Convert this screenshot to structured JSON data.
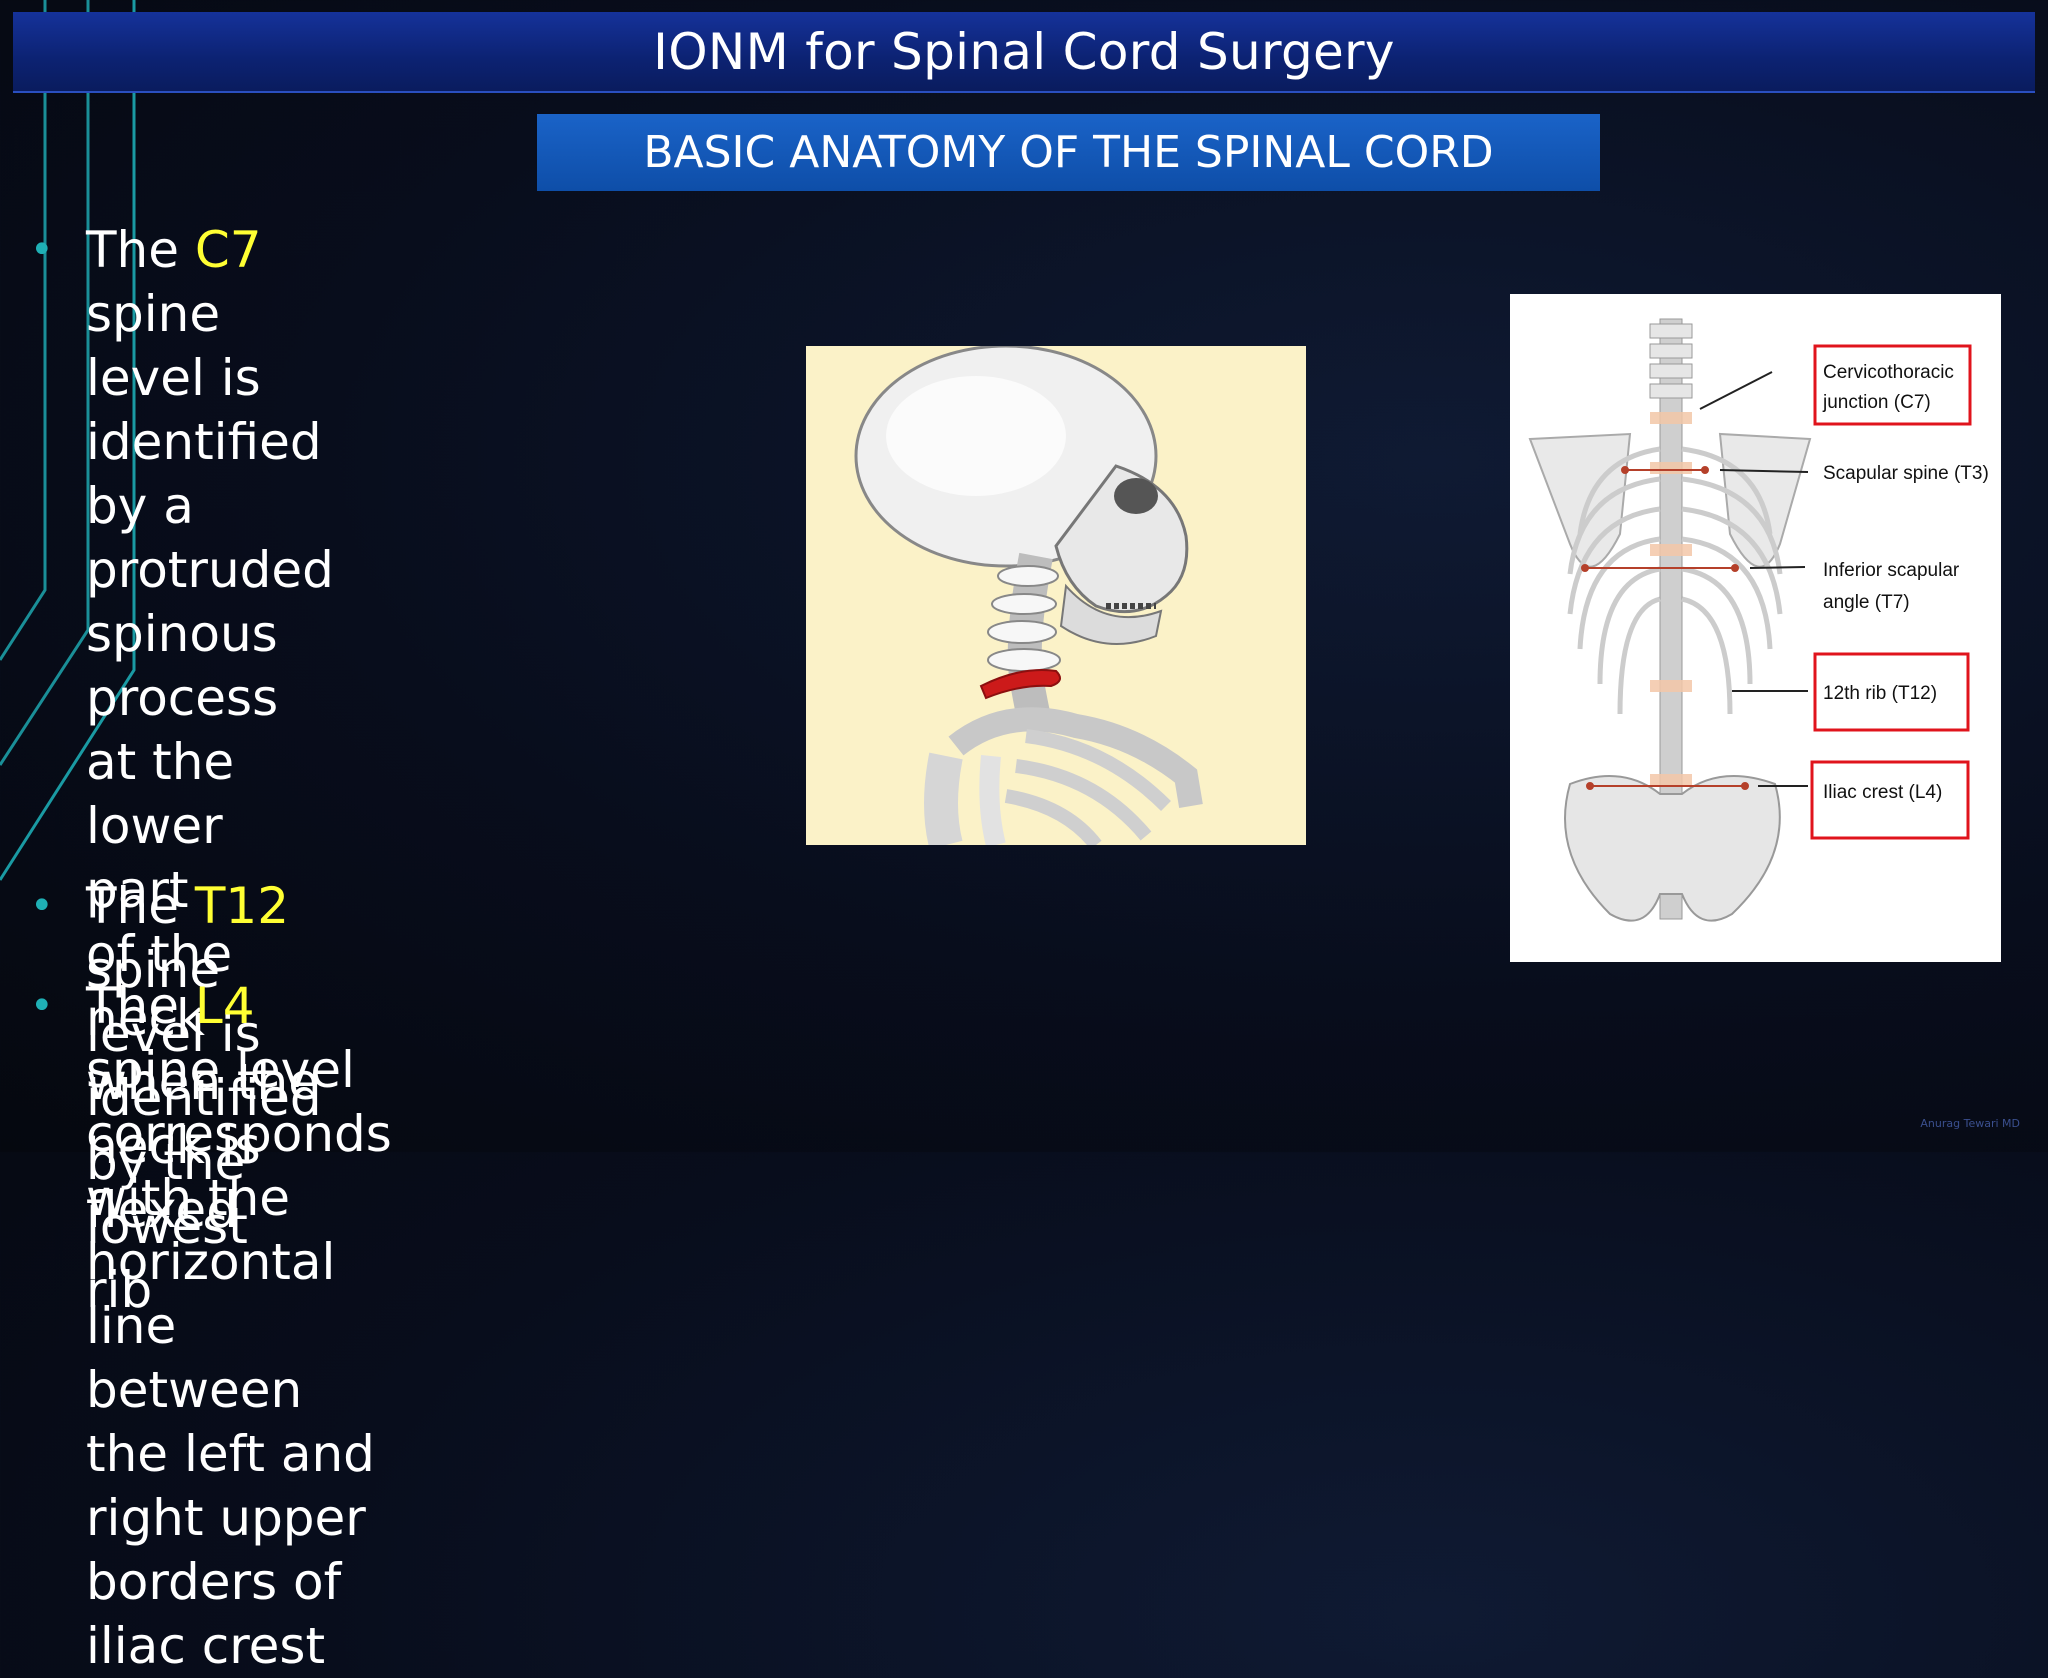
{
  "slide": {
    "title": "IONM for Spinal Cord Surgery",
    "subtitle": "BASIC ANATOMY OF THE SPINAL CORD",
    "bullets": [
      {
        "pre": "The ",
        "hl": "C7",
        "post": " spine level is identified by a protruded spinous process at the lower part",
        "line2": "of the neck when the neck is flexed"
      },
      {
        "pre": "The ",
        "hl": "T12",
        "post": " spine level is identified by the lowest rib"
      },
      {
        "pre": "The ",
        "hl": "L4",
        "post": " spine level corresponds with the horizontal line between the left and",
        "line2": "right upper borders of iliac crest"
      }
    ],
    "watermark": "Anurag Tewari MD"
  },
  "figure_labels": {
    "c7": [
      "Cervicothoracic",
      "junction (C7)"
    ],
    "t3": "Scapular spine (T3)",
    "t7": [
      "Inferior scapular",
      "angle (T7)"
    ],
    "t12": "12th rib (T12)",
    "l4": "Iliac crest (L4)"
  },
  "colors": {
    "highlight": "#ffff33",
    "bullet_dot": "#1fb0b5",
    "title_bg": "#0c2272",
    "subtitle_bg": "#1a63c8",
    "label_box": "#e0141c"
  }
}
